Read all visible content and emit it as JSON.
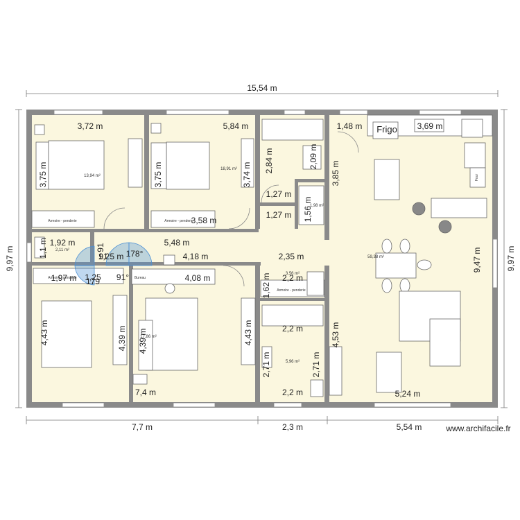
{
  "plan": {
    "overall_width": "15,54 m",
    "overall_height_left": "9,97 m",
    "overall_height_right": "9,97 m",
    "bottom_segments": [
      "7,7 m",
      "2,3 m",
      "5,54 m"
    ],
    "watermark": "www.archifacile.fr"
  },
  "rooms": [
    {
      "id": "bedroom1",
      "area": "13,94 m²",
      "width": "3,72 m",
      "height": "3,75 m"
    },
    {
      "id": "bedroom2",
      "area": "18,91 m²",
      "width": "5,84 m",
      "height": "3,75 m",
      "inner_height": "3,74 m",
      "inner_width": "3,58 m"
    },
    {
      "id": "bathroom_top",
      "width": "1,27 m",
      "height": "2,84 m",
      "inner_width": "1,27 m",
      "inner_height": "2,09 m"
    },
    {
      "id": "wc",
      "area": "1,98 m²",
      "height": "1,56 m"
    },
    {
      "id": "living",
      "area": "59,38 m²",
      "width_top": "1,48 m",
      "width_bottom": "5,24 m",
      "height": "3,85 m",
      "right_height": "9,47 m"
    },
    {
      "id": "closet_small",
      "area": "2,11 m²",
      "width": "1,92 m",
      "height": "1,1 m"
    },
    {
      "id": "hallway",
      "width": "5,48 m",
      "inner_width": "4,18 m",
      "right_width": "2,35 m"
    },
    {
      "id": "bedroom3",
      "width": "1,97 m",
      "height": "4,43 m",
      "inner_height": "4,39 m"
    },
    {
      "id": "bedroom4",
      "area": "17,86 m²",
      "width": "4,08 m",
      "height": "4,39 m",
      "right_height": "4,43 m",
      "bottom_width": "7,4 m"
    },
    {
      "id": "dressing",
      "area": "3,56 m²",
      "width": "2,2 m",
      "height": "1,62 m"
    },
    {
      "id": "bathroom_bottom",
      "area": "5,96 m²",
      "width": "2,2 m",
      "height": "2,71 m",
      "inner_height": "2,71 m",
      "right_height": "4,53 m",
      "bottom_width": "2,2 m"
    }
  ],
  "labels": {
    "armoire": "Armoire - penderie",
    "frigo": "Frigo",
    "four": "Four",
    "fridge_dim": "3,69 m",
    "door_angle_1": "178°",
    "door_angle_2": "179",
    "door_1_25_a": "1,25 m",
    "door_1_25_b": "1,25",
    "door_91_a": "91",
    "door_91_b": "91°",
    "door_91_c": "91",
    "bench": "Bureau"
  },
  "colors": {
    "wall": "#8a8a8a",
    "floor": "#fbf7df",
    "furniture": "#ffffff",
    "furniture_stroke": "#666666",
    "door_swing": "#4a8fd4",
    "window": "#ffffff"
  }
}
